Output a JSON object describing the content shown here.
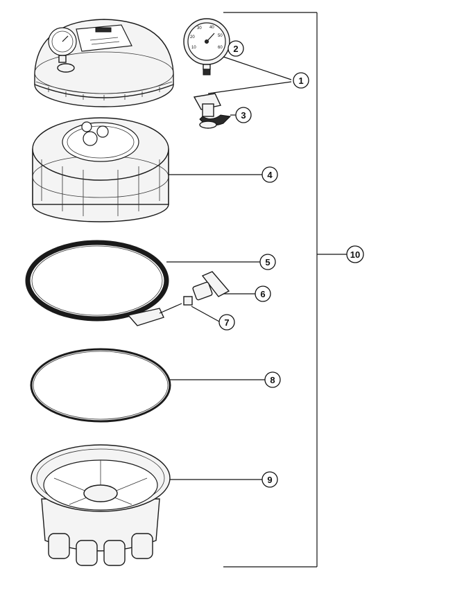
{
  "callouts": [
    {
      "id": "1",
      "label": "1"
    },
    {
      "id": "2",
      "label": "2"
    },
    {
      "id": "3",
      "label": "3"
    },
    {
      "id": "4",
      "label": "4"
    },
    {
      "id": "5",
      "label": "5"
    },
    {
      "id": "6",
      "label": "6"
    },
    {
      "id": "7",
      "label": "7"
    },
    {
      "id": "8",
      "label": "8"
    },
    {
      "id": "9",
      "label": "9"
    },
    {
      "id": "10",
      "label": "10"
    }
  ],
  "gauge_dial_numbers": [
    "10",
    "20",
    "30",
    "40",
    "50",
    "60"
  ]
}
